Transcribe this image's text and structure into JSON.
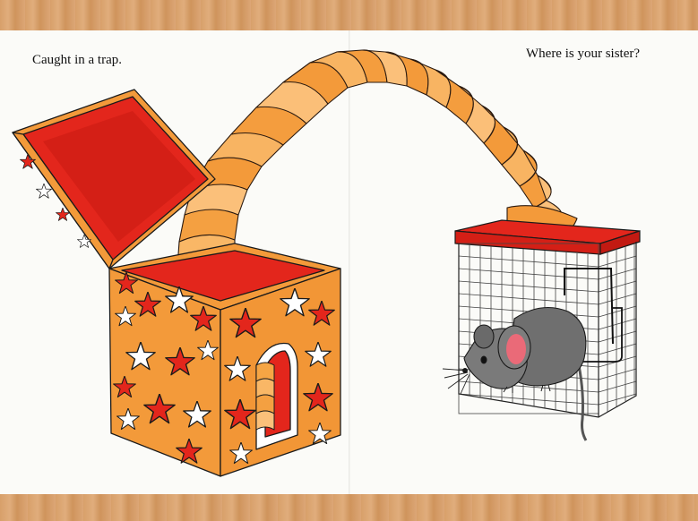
{
  "left_page": {
    "text": "Caught in a trap."
  },
  "right_page": {
    "text": "Where is your sister?"
  },
  "colors": {
    "box_orange": "#f39a3a",
    "box_red": "#e3261c",
    "spring_orange": "#f7a84a",
    "mouse_gray": "#6f6f6f",
    "ear_pink": "#ea6a78"
  },
  "illustration": {
    "objects": [
      "jack-in-the-box",
      "spring",
      "cage",
      "mouse"
    ]
  }
}
